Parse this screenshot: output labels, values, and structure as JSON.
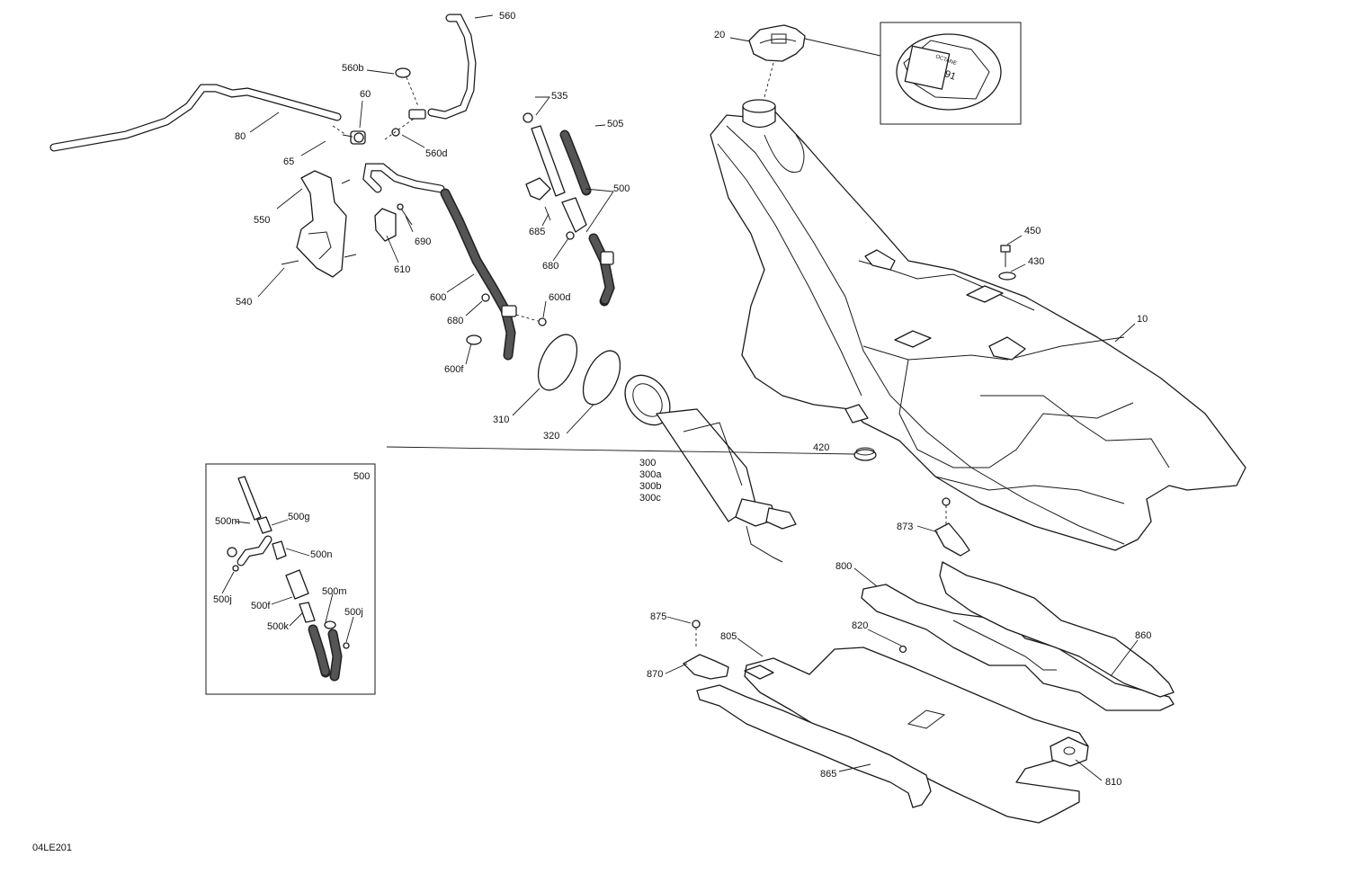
{
  "diagram_id": "04LE201",
  "callouts": {
    "c560": "560",
    "c560b": "560b",
    "c60": "60",
    "c80": "80",
    "c65": "65",
    "c560d": "560d",
    "c535": "535",
    "c505": "505",
    "c500a": "500",
    "c550": "550",
    "c690": "690",
    "c685": "685",
    "c680a": "680",
    "c610": "610",
    "c540": "540",
    "c600": "600",
    "c600d": "600d",
    "c680b": "680",
    "c600f": "600f",
    "c310": "310",
    "c320": "320",
    "c300": "300",
    "c300a": "300a",
    "c300b": "300b",
    "c300c": "300c",
    "c20": "20",
    "c450": "450",
    "c430": "430",
    "c10": "10",
    "c420": "420",
    "c873": "873",
    "c800": "800",
    "c875": "875",
    "c820": "820",
    "c805": "805",
    "c860": "860",
    "c870": "870",
    "c865": "865",
    "c810": "810",
    "detail_title": "500",
    "c500m_1": "500m",
    "c500g": "500g",
    "c500n": "500n",
    "c500j_1": "500j",
    "c500f": "500f",
    "c500m_2": "500m",
    "c500j_2": "500j",
    "c500k": "500k"
  },
  "cap_detail": {
    "label": "OCTANE",
    "value": "91"
  }
}
